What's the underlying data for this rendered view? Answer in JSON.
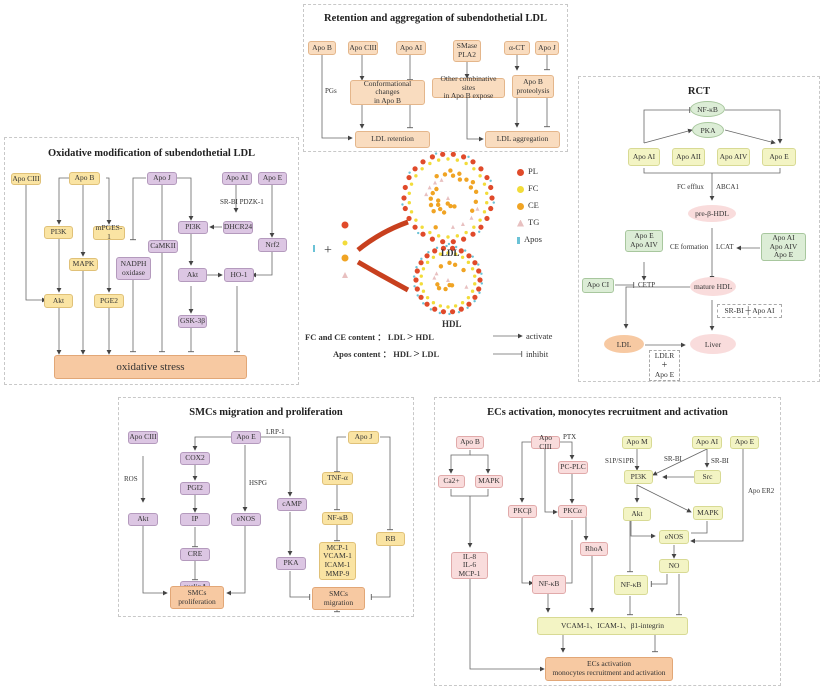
{
  "retention": {
    "title": "Retention and aggregation of subendothetial LDL",
    "apo_b": "Apo B",
    "apo_ciii": "Apo CIII",
    "apo_ai": "Apo AI",
    "smase": "SMase\nPLA2",
    "act": "α-CT",
    "apo_j": "Apo J",
    "conf": "Conformational changes\nin Apo B",
    "other": "Other combinative sites\nin Apo B expose",
    "proteolysis": "Apo B\nproteolysis",
    "pgs": "PGs",
    "ldl_retention": "LDL retention",
    "ldl_aggregation": "LDL aggregation"
  },
  "oxidative": {
    "title": "Oxidative modification of subendothetial LDL",
    "apo_ciii": "Apo CIII",
    "apo_b": "Apo B",
    "apo_j": "Apo J",
    "apo_ai": "Apo AI",
    "apo_e": "Apo E",
    "pi3k_y": "PI3K",
    "mpges": "mPGES-1",
    "mapk": "MAPK",
    "akt_y": "Akt",
    "pge2": "PGE2",
    "nadph": "NADPH\noxidase",
    "camkii": "CaMKII",
    "pi3k_p": "PI3K",
    "dhcr24": "DHCR24",
    "nrf2": "Nrf2",
    "akt_p": "Akt",
    "ho1": "HO-1",
    "gsk": "GSK-3β",
    "srbi": "SR-BI PDZK-1",
    "stress": "oxidative stress"
  },
  "center": {
    "ldl_label": "LDL",
    "hdl_label": "HDL",
    "legend": [
      {
        "key": "PL",
        "color": "#e04a2a"
      },
      {
        "key": "FC",
        "color": "#f2dc3a"
      },
      {
        "key": "CE",
        "color": "#f0a424"
      },
      {
        "key": "TG",
        "color": "#e8c0c0"
      },
      {
        "key": "Apos",
        "color": "#6bc2d6"
      }
    ],
    "plus": "+",
    "fc_ce_line": {
      "label": "FC and CE content",
      "sep": "：",
      "lhs": "LDL",
      "cmp": ">",
      "rhs": "HDL"
    },
    "apos_line": {
      "label": "Apos content",
      "sep": "：",
      "lhs": "HDL",
      "cmp": ">",
      "rhs": "LDL"
    },
    "activate": "activate",
    "inhibit": "inhibit"
  },
  "rct": {
    "title": "RCT",
    "nfkb": "NF-κB",
    "pka": "PKA",
    "apo_ai": "Apo AI",
    "apo_aii": "Apo AII",
    "apo_aiv": "Apo AIV",
    "apo_e": "Apo E",
    "fc_efflux": "FC efflux",
    "abca1": "ABCA1",
    "pre_hdl": "pre-β-HDL",
    "apoe_aiv": "Apo E\nApo AIV",
    "ce_formation": "CE formation",
    "lcat": "LCAT",
    "apo_ai_aiv_e": "Apo AI\nApo AIV\nApo E",
    "apo_ci": "Apo CI",
    "cetp": "CETP",
    "mature_hdl": "mature HDL",
    "srbi_apoai": "SR-BI ┼ Apo AI",
    "ldl": "LDL",
    "liver": "Liver",
    "ldlr": "LDLR",
    "plus": "+",
    "apoe2": "Apo E"
  },
  "smc": {
    "title": "SMCs migration and proliferation",
    "apo_ciii": "Apo CIII",
    "apo_e": "Apo E",
    "apo_j": "Apo J",
    "ros": "ROS",
    "akt": "Akt",
    "cox2": "COX2",
    "pgi2": "PGI2",
    "ip": "IP",
    "cre": "CRE",
    "cyclina": "cyclinA",
    "hspg": "HSPG",
    "enos": "eNOS",
    "lrp1": "LRP-1",
    "camp": "cAMP",
    "pka": "PKA",
    "tnf": "TNF-α",
    "nfkb": "NF-κB",
    "mcp": "MCP-1\nVCAM-1\nICAM-1\nMMP-9",
    "rb": "RB",
    "prolif": "SMCs\nproliferation",
    "migr": "SMCs\nmigration"
  },
  "ec": {
    "title": "ECs activation, monocytes recruitment and activation",
    "apo_b": "Apo B",
    "ca2": "Ca2+",
    "mapk1": "MAPK",
    "il": "IL-8\nIL-6\nMCP-1",
    "apo_ciii": "Apo CIII",
    "ptx": "PTX",
    "pcplc": "PC-PLC",
    "pkcb": "PKCβ",
    "pkca": "PKCα",
    "rhoa": "RhoA",
    "nfkb1": "NF-κB",
    "apo_m": "Apo M",
    "s1p": "S1P/S1PR",
    "apo_ai": "Apo AI",
    "srbi1": "SR-BI",
    "srbi2": "SR-BI",
    "apo_e": "Apo E",
    "pi3k": "PI3K",
    "src": "Src",
    "akt": "Akt",
    "mapk2": "MAPK",
    "enos": "eNOS",
    "no": "NO",
    "nfkb2": "NF-κB",
    "apoer2": "Apo ER2",
    "vcam": "VCAM-1、ICAM-1、β1-integrin",
    "result": "ECs activation\nmonocytes recruitment and activation"
  }
}
